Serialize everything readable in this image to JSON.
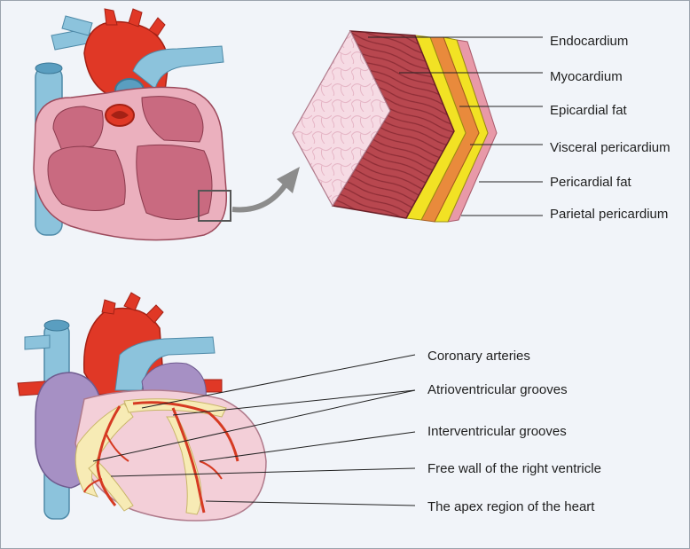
{
  "layers_panel": {
    "labels": [
      "Endocardium",
      "Myocardium",
      "Epicardial fat",
      "Visceral pericardium",
      "Pericardial fat",
      "Parietal pericardium"
    ]
  },
  "exterior_panel": {
    "labels": [
      "Coronary arteries",
      "Atrioventricular grooves",
      "Interventricular grooves",
      "Free wall of the right ventricle",
      "The apex region of the heart"
    ]
  },
  "colors": {
    "background": "#f1f4f9",
    "myocardium": "#b8474f",
    "epicardial_fat": "#f2e224",
    "pericardium": "#e98a3c",
    "parietal": "#e899a8",
    "aorta": "#e03826",
    "vessel_blue": "#8cc3dc"
  }
}
